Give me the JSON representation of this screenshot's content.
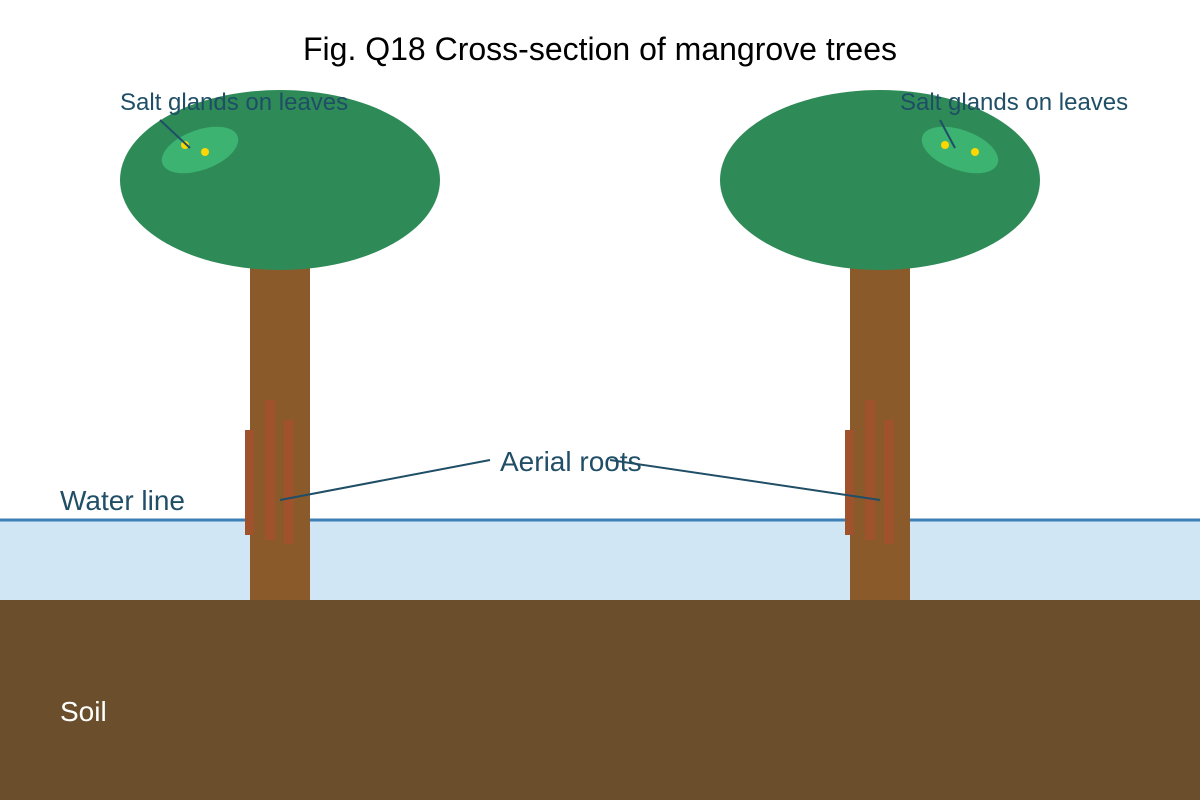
{
  "title": "Fig. Q18 Cross-section of mangrove trees",
  "labels": {
    "salt_glands_left": "Salt glands on leaves",
    "salt_glands_right": "Salt glands on leaves",
    "aerial_roots": "Aerial roots",
    "water_line": "Water line",
    "soil": "Soil"
  },
  "colors": {
    "background": "#ffffff",
    "water": "#d0e6f4",
    "water_line": "#3d7fb4",
    "soil": "#6b4f2d",
    "trunk": "#8b5a2b",
    "aerial_root": "#a0522d",
    "canopy": "#2e8b57",
    "leaf_highlight": "#3cb371",
    "salt_gland": "#ffd700",
    "label_text": "#1f4e66",
    "leader_line": "#1f4e66",
    "title_text": "#000000",
    "soil_text": "#ffffff"
  }
}
